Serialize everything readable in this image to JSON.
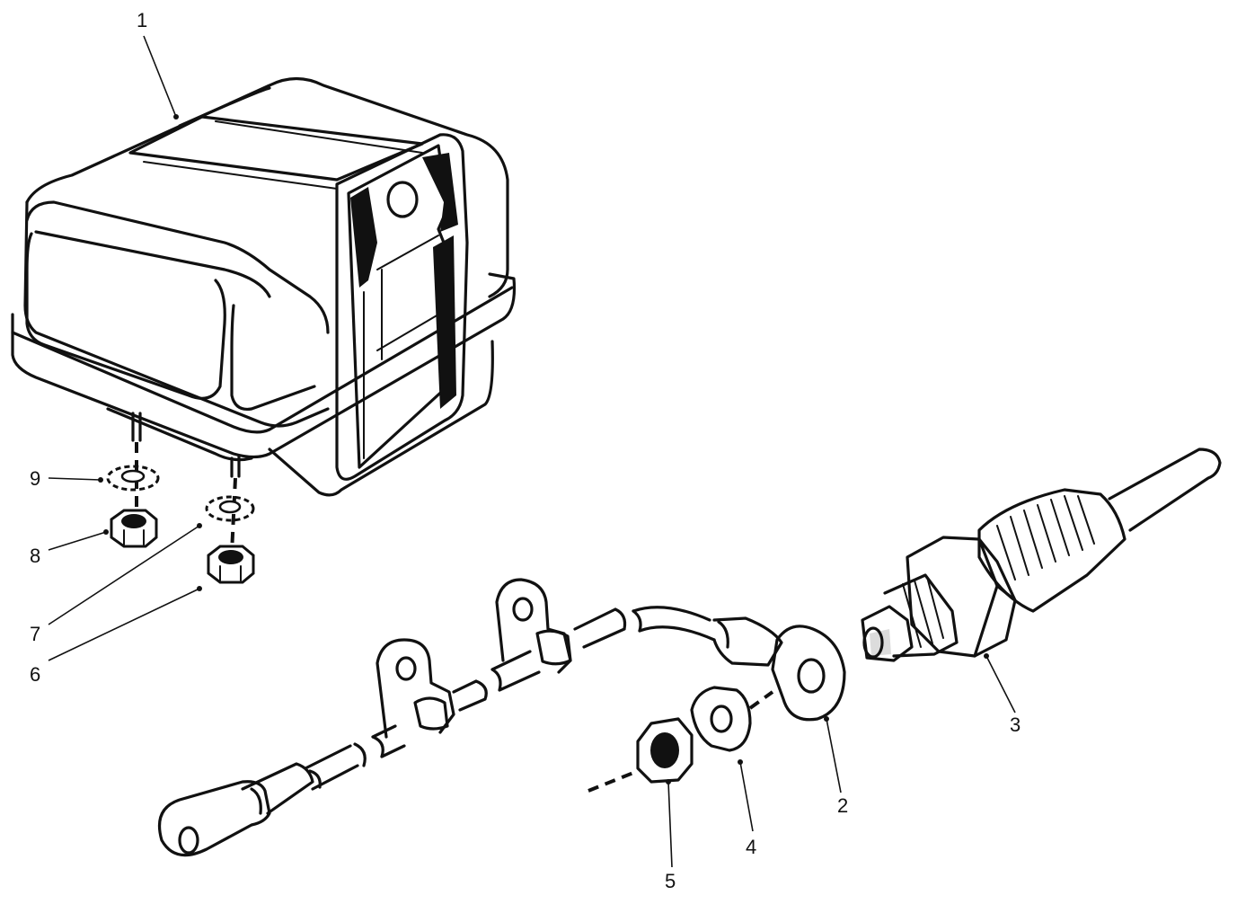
{
  "callouts": [
    {
      "id": "1",
      "text": "1",
      "part": "glow-plug-controller-box"
    },
    {
      "id": "2",
      "text": "2",
      "part": "ring-terminal"
    },
    {
      "id": "3",
      "text": "3",
      "part": "glow-plug"
    },
    {
      "id": "4",
      "text": "4",
      "part": "washer"
    },
    {
      "id": "5",
      "text": "5",
      "part": "nut"
    },
    {
      "id": "6",
      "text": "6",
      "part": "nut"
    },
    {
      "id": "7",
      "text": "7",
      "part": "lock-washer"
    },
    {
      "id": "8",
      "text": "8",
      "part": "nut"
    },
    {
      "id": "9",
      "text": "9",
      "part": "lock-washer"
    }
  ],
  "colors": {
    "ink": "#111111",
    "paper": "#ffffff"
  }
}
